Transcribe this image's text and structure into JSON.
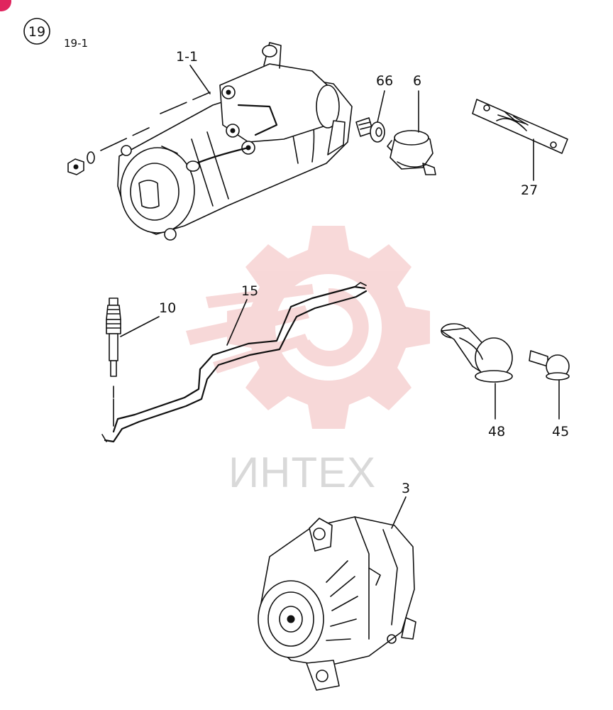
{
  "diagram": {
    "group_number": "19",
    "group_code": "19-1",
    "watermark_text": "ИНТЕХ",
    "watermark_color": "#f2c9c9",
    "corner_badge_color": "#e0245e",
    "parts": [
      {
        "id": "starter",
        "label": "1-1"
      },
      {
        "id": "bolt",
        "label": "66"
      },
      {
        "id": "switch",
        "label": "6"
      },
      {
        "id": "plate",
        "label": "27"
      },
      {
        "id": "glow_plug",
        "label": "10"
      },
      {
        "id": "connector_strap",
        "label": "15"
      },
      {
        "id": "elbow_boot",
        "label": "48"
      },
      {
        "id": "small_cap",
        "label": "45"
      },
      {
        "id": "alternator",
        "label": "3"
      }
    ]
  }
}
